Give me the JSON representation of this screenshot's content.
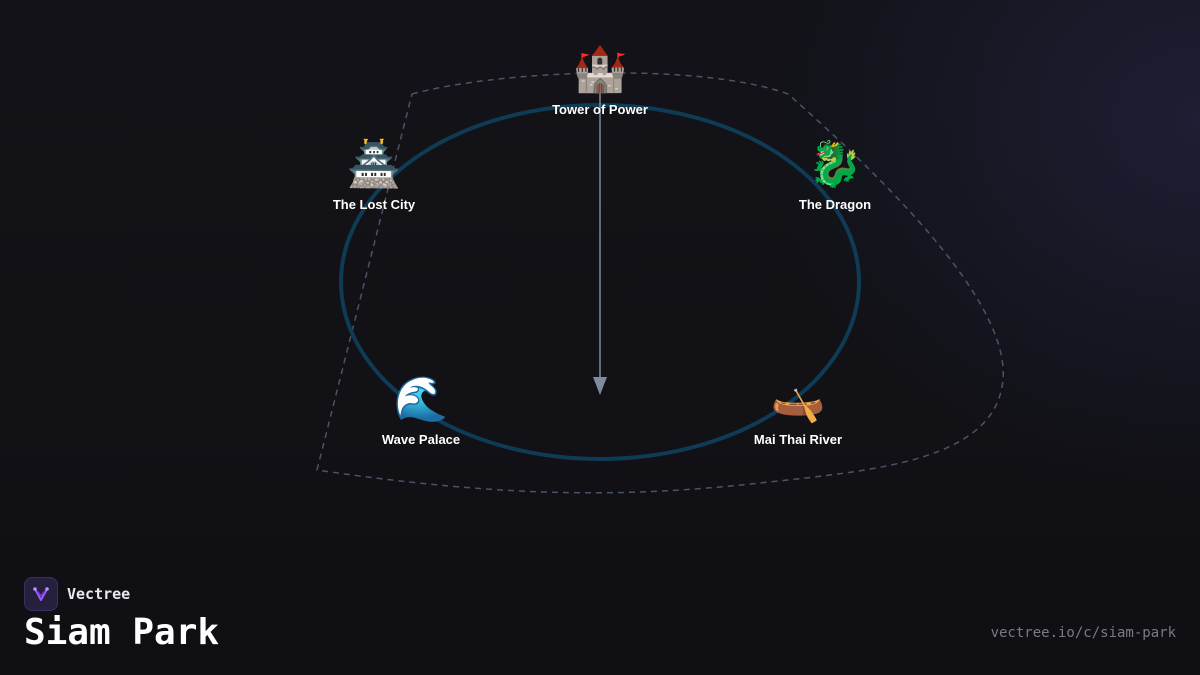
{
  "map": {
    "nodes": [
      {
        "id": "tower-of-power",
        "icon": "castle-icon",
        "glyph": "🏰",
        "label": "Tower of Power"
      },
      {
        "id": "the-lost-city",
        "icon": "japanese-castle-icon",
        "glyph": "🏯",
        "label": "The Lost City"
      },
      {
        "id": "the-dragon",
        "icon": "dragon-icon",
        "glyph": "🐉",
        "label": "The Dragon"
      },
      {
        "id": "wave-palace",
        "icon": "wave-icon",
        "glyph": "🌊",
        "label": "Wave Palace"
      },
      {
        "id": "mai-thai-river",
        "icon": "canoe-icon",
        "glyph": "🛶",
        "label": "Mai Thai River"
      }
    ],
    "colors": {
      "loop_path": "#0f3b55",
      "boundary": "#4a5468",
      "arrow": "#7d8aa0",
      "background": "#111116"
    }
  },
  "footer": {
    "brand_name": "Vectree",
    "title": "Siam Park",
    "url": "vectree.io/c/siam-park",
    "logo_color": "#a259ff"
  }
}
